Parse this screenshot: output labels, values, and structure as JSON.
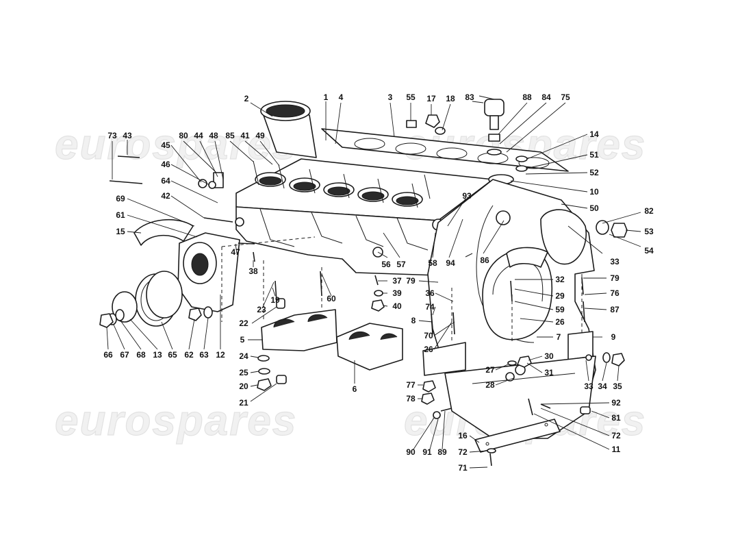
{
  "watermark": {
    "text": "eurospares",
    "color": "#e6e6e6"
  },
  "callouts": [
    {
      "id": "c2",
      "label": "2"
    },
    {
      "id": "c1",
      "label": "1"
    },
    {
      "id": "c4",
      "label": "4"
    },
    {
      "id": "c3",
      "label": "3"
    },
    {
      "id": "c55",
      "label": "55"
    },
    {
      "id": "c17",
      "label": "17"
    },
    {
      "id": "c18",
      "label": "18"
    },
    {
      "id": "c83",
      "label": "83"
    },
    {
      "id": "c88",
      "label": "88"
    },
    {
      "id": "c84",
      "label": "84"
    },
    {
      "id": "c75",
      "label": "75"
    },
    {
      "id": "c14",
      "label": "14"
    },
    {
      "id": "c51",
      "label": "51"
    },
    {
      "id": "c52",
      "label": "52"
    },
    {
      "id": "c10",
      "label": "10"
    },
    {
      "id": "c50",
      "label": "50"
    },
    {
      "id": "c82",
      "label": "82"
    },
    {
      "id": "c53",
      "label": "53"
    },
    {
      "id": "c54",
      "label": "54"
    },
    {
      "id": "c73",
      "label": "73"
    },
    {
      "id": "c43",
      "label": "43"
    },
    {
      "id": "c80",
      "label": "80"
    },
    {
      "id": "c44",
      "label": "44"
    },
    {
      "id": "c48",
      "label": "48"
    },
    {
      "id": "c85",
      "label": "85"
    },
    {
      "id": "c41",
      "label": "41"
    },
    {
      "id": "c49",
      "label": "49"
    },
    {
      "id": "c45",
      "label": "45"
    },
    {
      "id": "c46",
      "label": "46"
    },
    {
      "id": "c64",
      "label": "64"
    },
    {
      "id": "c42",
      "label": "42"
    },
    {
      "id": "c69",
      "label": "69"
    },
    {
      "id": "c61",
      "label": "61"
    },
    {
      "id": "c15",
      "label": "15"
    },
    {
      "id": "c93",
      "label": "93"
    },
    {
      "id": "c33a",
      "label": "33"
    },
    {
      "id": "c47",
      "label": "47"
    },
    {
      "id": "c38",
      "label": "38"
    },
    {
      "id": "c56",
      "label": "56"
    },
    {
      "id": "c57",
      "label": "57"
    },
    {
      "id": "c58",
      "label": "58"
    },
    {
      "id": "c94",
      "label": "94"
    },
    {
      "id": "c86",
      "label": "86"
    },
    {
      "id": "c37",
      "label": "37"
    },
    {
      "id": "c79a",
      "label": "79"
    },
    {
      "id": "c32",
      "label": "32"
    },
    {
      "id": "c79b",
      "label": "79"
    },
    {
      "id": "c39",
      "label": "39"
    },
    {
      "id": "c36",
      "label": "36"
    },
    {
      "id": "c29",
      "label": "29"
    },
    {
      "id": "c76",
      "label": "76"
    },
    {
      "id": "c40",
      "label": "40"
    },
    {
      "id": "c74",
      "label": "74"
    },
    {
      "id": "c59",
      "label": "59"
    },
    {
      "id": "c87",
      "label": "87"
    },
    {
      "id": "c23",
      "label": "23"
    },
    {
      "id": "c19",
      "label": "19"
    },
    {
      "id": "c60",
      "label": "60"
    },
    {
      "id": "c8",
      "label": "8"
    },
    {
      "id": "c26a",
      "label": "26"
    },
    {
      "id": "c22",
      "label": "22"
    },
    {
      "id": "c70",
      "label": "70"
    },
    {
      "id": "c7",
      "label": "7"
    },
    {
      "id": "c9",
      "label": "9"
    },
    {
      "id": "c5",
      "label": "5"
    },
    {
      "id": "c26b",
      "label": "26"
    },
    {
      "id": "c24",
      "label": "24"
    },
    {
      "id": "c30",
      "label": "30"
    },
    {
      "id": "c25",
      "label": "25"
    },
    {
      "id": "c27",
      "label": "27"
    },
    {
      "id": "c31",
      "label": "31"
    },
    {
      "id": "c20",
      "label": "20"
    },
    {
      "id": "c6",
      "label": "6"
    },
    {
      "id": "c28",
      "label": "28"
    },
    {
      "id": "c33b",
      "label": "33"
    },
    {
      "id": "c34",
      "label": "34"
    },
    {
      "id": "c35",
      "label": "35"
    },
    {
      "id": "c21",
      "label": "21"
    },
    {
      "id": "c77",
      "label": "77"
    },
    {
      "id": "c78",
      "label": "78"
    },
    {
      "id": "c92",
      "label": "92"
    },
    {
      "id": "c81",
      "label": "81"
    },
    {
      "id": "c72a",
      "label": "72"
    },
    {
      "id": "c16",
      "label": "16"
    },
    {
      "id": "c11",
      "label": "11"
    },
    {
      "id": "c90",
      "label": "90"
    },
    {
      "id": "c91",
      "label": "91"
    },
    {
      "id": "c89",
      "label": "89"
    },
    {
      "id": "c72b",
      "label": "72"
    },
    {
      "id": "c71",
      "label": "71"
    },
    {
      "id": "c66",
      "label": "66"
    },
    {
      "id": "c67",
      "label": "67"
    },
    {
      "id": "c68",
      "label": "68"
    },
    {
      "id": "c13",
      "label": "13"
    },
    {
      "id": "c65",
      "label": "65"
    },
    {
      "id": "c62",
      "label": "62"
    },
    {
      "id": "c63",
      "label": "63"
    },
    {
      "id": "c12",
      "label": "12"
    }
  ]
}
